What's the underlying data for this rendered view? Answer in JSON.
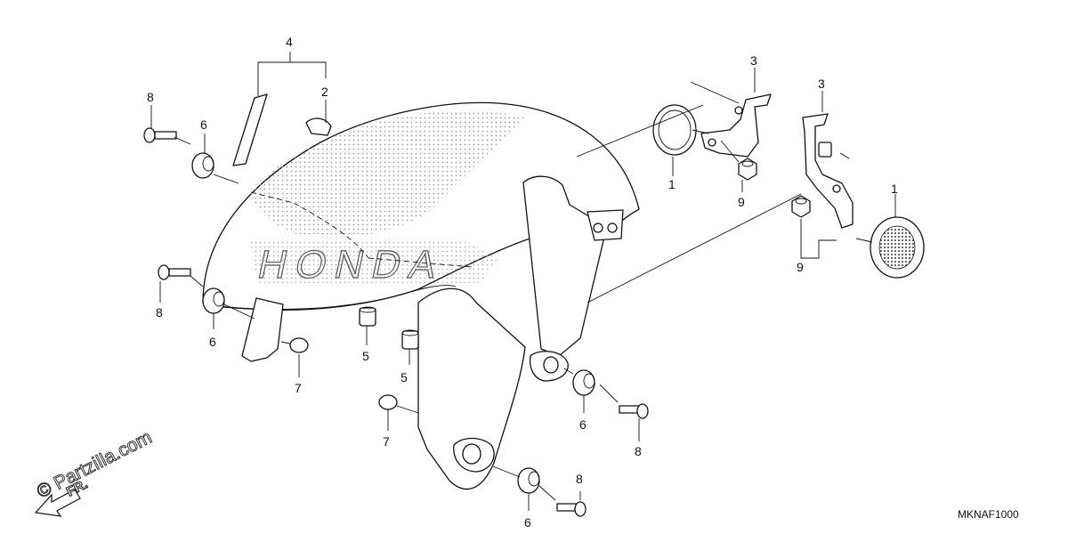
{
  "diagram_code": "MKNAF1000",
  "watermark": "© Partzilla.com",
  "direction_label": "FR.",
  "decal_text": "HONDA",
  "callouts": [
    "1",
    "1",
    "2",
    "3",
    "3",
    "4",
    "5",
    "5",
    "6",
    "6",
    "6",
    "6",
    "7",
    "7",
    "8",
    "8",
    "8",
    "8",
    "9",
    "9"
  ],
  "colors": {
    "ink": "#111111",
    "background": "#ffffff",
    "decal_dots": "#9a9a9a"
  }
}
